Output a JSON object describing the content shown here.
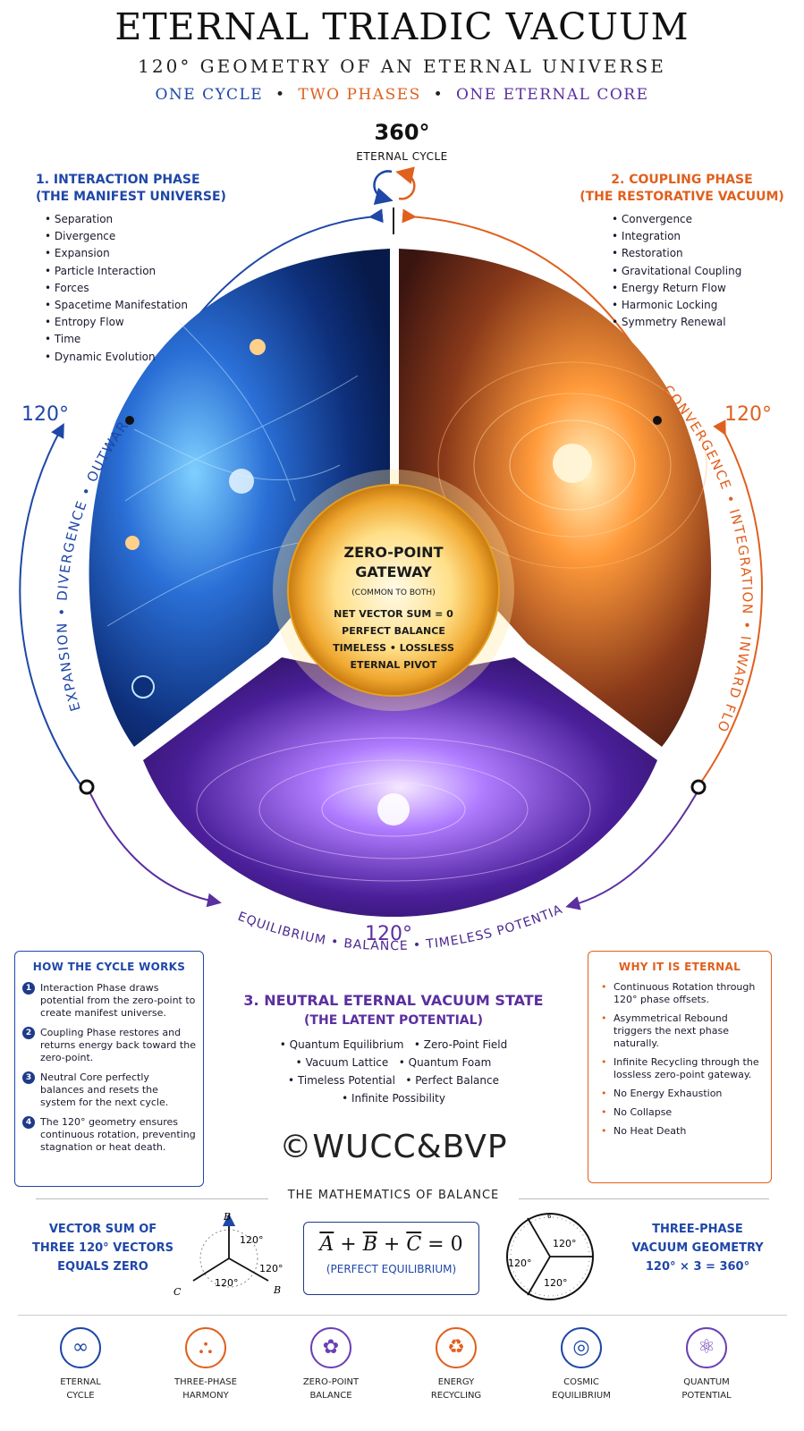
{
  "header": {
    "title": "ETERNAL TRIADIC VACUUM",
    "subtitle": "120° GEOMETRY OF AN ETERNAL UNIVERSE",
    "tagline": {
      "a": "ONE CYCLE",
      "sep": "•",
      "b": "TWO PHASES",
      "c": "ONE ETERNAL CORE"
    }
  },
  "cycle": {
    "degrees": "360°",
    "label": "ETERNAL CYCLE"
  },
  "phase1": {
    "title": "1. INTERACTION PHASE",
    "subtitle": "(THE MANIFEST UNIVERSE)",
    "items": [
      "Separation",
      "Divergence",
      "Expansion",
      "Particle Interaction",
      "Forces",
      "Spacetime Manifestation",
      "Entropy Flow",
      "Time",
      "Dynamic Evolution"
    ],
    "angle": "120°",
    "arc_label": "EXPANSION • DIVERGENCE • OUTWARD FLOW"
  },
  "phase2": {
    "title": "2. COUPLING PHASE",
    "subtitle": "(THE RESTORATIVE VACUUM)",
    "items": [
      "Convergence",
      "Integration",
      "Restoration",
      "Gravitational Coupling",
      "Energy Return Flow",
      "Harmonic Locking",
      "Symmetry Renewal"
    ],
    "angle": "120°",
    "arc_label": "CONVERGENCE • INTEGRATION • INWARD FLOW"
  },
  "core": {
    "title1": "ZERO-POINT",
    "title2": "GATEWAY",
    "note": "(COMMON TO BOTH)",
    "lines": [
      "NET VECTOR SUM = 0",
      "PERFECT BALANCE",
      "TIMELESS • LOSSLESS",
      "ETERNAL PIVOT"
    ]
  },
  "phase3": {
    "angle": "120°",
    "arc_label": "EQUILIBRIUM • BALANCE • TIMELESS POTENTIAL",
    "title": "3. NEUTRAL ETERNAL VACUUM STATE",
    "subtitle": "(THE LATENT POTENTIAL)",
    "rows": [
      [
        "• Quantum Equilibrium",
        "• Zero-Point Field"
      ],
      [
        "• Vacuum Lattice",
        "• Quantum Foam"
      ],
      [
        "• Timeless Potential",
        "• Perfect Balance"
      ],
      [
        "• Infinite Possibility"
      ]
    ]
  },
  "how": {
    "title": "HOW THE CYCLE WORKS",
    "steps": [
      {
        "n": "1",
        "text": "Interaction Phase draws potential from the zero-point to create manifest universe."
      },
      {
        "n": "2",
        "text": "Coupling Phase restores and returns energy back toward the zero-point."
      },
      {
        "n": "3",
        "text": "Neutral Core perfectly balances and resets the system for the next cycle."
      },
      {
        "n": "4",
        "text": "The 120° geometry ensures continuous rotation, preventing stagnation or heat death."
      }
    ]
  },
  "why": {
    "title": "WHY IT IS ETERNAL",
    "items": [
      "Continuous Rotation through 120° phase offsets.",
      "Asymmetrical Rebound triggers the next phase naturally.",
      "Infinite Recycling through the lossless zero-point gateway.",
      "No Energy Exhaustion",
      "No Collapse",
      "No Heat Death"
    ]
  },
  "watermark": "©WUCC&BVP",
  "math": {
    "heading": "THE MATHEMATICS OF BALANCE",
    "left": [
      "VECTOR SUM OF",
      "THREE 120° VECTORS",
      "EQUALS ZERO"
    ],
    "vec_labels": {
      "b_top": "B",
      "c": "C",
      "b_right": "B",
      "a1": "120°",
      "a2": "120°",
      "a3": "120°"
    },
    "equation": {
      "a": "A",
      "b": "B",
      "c": "C",
      "plus": "+",
      "eq": "= 0"
    },
    "equation_note": "(PERFECT EQUILIBRIUM)",
    "dial": {
      "top": "6",
      "a1": "120°",
      "a2": "120°",
      "a3": "120°"
    },
    "right": [
      "THREE-PHASE",
      "VACUUM GEOMETRY",
      "120° × 3 = 360°"
    ]
  },
  "icons": [
    {
      "icon": "infinity-icon",
      "l1": "ETERNAL",
      "l2": "CYCLE",
      "color": "#1f47a8"
    },
    {
      "icon": "triad-icon",
      "l1": "THREE-PHASE",
      "l2": "HARMONY",
      "color": "#e0601e"
    },
    {
      "icon": "atom-flower-icon",
      "l1": "ZERO-POINT",
      "l2": "BALANCE",
      "color": "#6b3fb5"
    },
    {
      "icon": "recycle-icon",
      "l1": "ENERGY",
      "l2": "RECYCLING",
      "color": "#e0601e"
    },
    {
      "icon": "spiral-icon",
      "l1": "COSMIC",
      "l2": "EQUILIBRIUM",
      "color": "#1f47a8"
    },
    {
      "icon": "atom-icon",
      "l1": "QUANTUM",
      "l2": "POTENTIAL",
      "color": "#6b3fb5"
    }
  ]
}
